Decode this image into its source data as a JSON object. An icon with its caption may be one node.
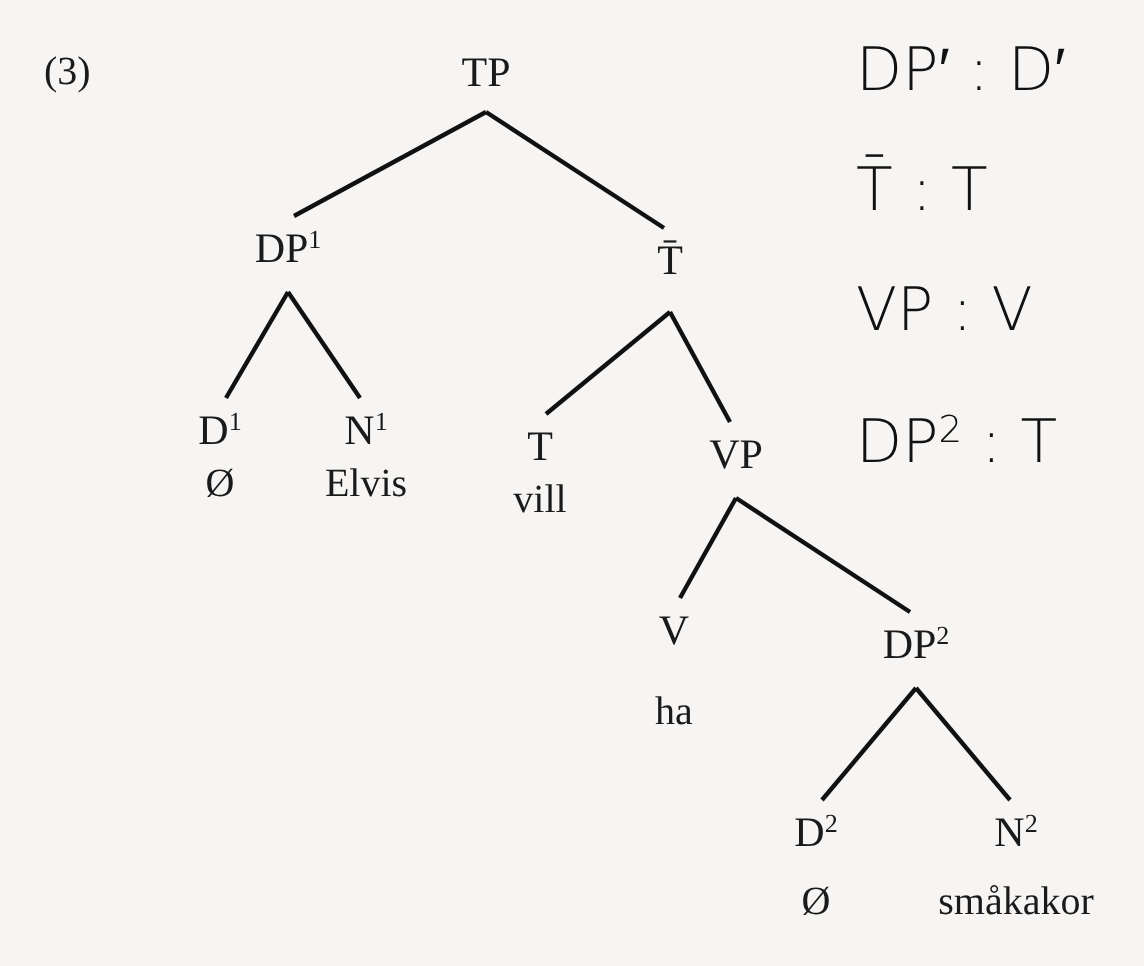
{
  "diagram": {
    "nodes": [
      {
        "text": [
          "TP"
        ]
      },
      {
        "text": [
          "DP$^{1}$"
        ]
      },
      {
        "text": [
          "T̄"
        ]
      },
      {
        "text": [
          "D$^{1}$",
          "Ø"
        ]
      },
      {
        "text": [
          "N$^{1}$",
          "Elvis"
        ]
      },
      {
        "text": [
          "T",
          "vill"
        ]
      },
      {
        "text": [
          "VP"
        ]
      },
      {
        "text": [
          "V",
          "ha"
        ]
      },
      {
        "text": [
          "DP$^{2}$"
        ]
      },
      {
        "text": [
          "D$^{2}$",
          "Ø"
        ]
      },
      {
        "text": [
          "N$^{2}$",
          "småkakor"
        ]
      }
    ],
    "edges": [
      {
        "from": 0,
        "to": 1,
        "arrow": "none"
      },
      {
        "from": 0,
        "to": 2,
        "arrow": "none"
      },
      {
        "from": 1,
        "to": 3,
        "arrow": "none"
      },
      {
        "from": 1,
        "to": 4,
        "arrow": "none"
      },
      {
        "from": 2,
        "to": 5,
        "arrow": "none"
      },
      {
        "from": 2,
        "to": 6,
        "arrow": "none"
      },
      {
        "from": 6,
        "to": 7,
        "arrow": "none"
      },
      {
        "from": 6,
        "to": 8,
        "arrow": "none"
      },
      {
        "from": 8,
        "to": 9,
        "arrow": "none"
      },
      {
        "from": 8,
        "to": 10,
        "arrow": "none"
      }
    ],
    "labels": [
      "(3)",
      "DP′ : D′",
      "T̄ : T",
      "VP : V",
      "DP$^{2}$ : T"
    ]
  }
}
